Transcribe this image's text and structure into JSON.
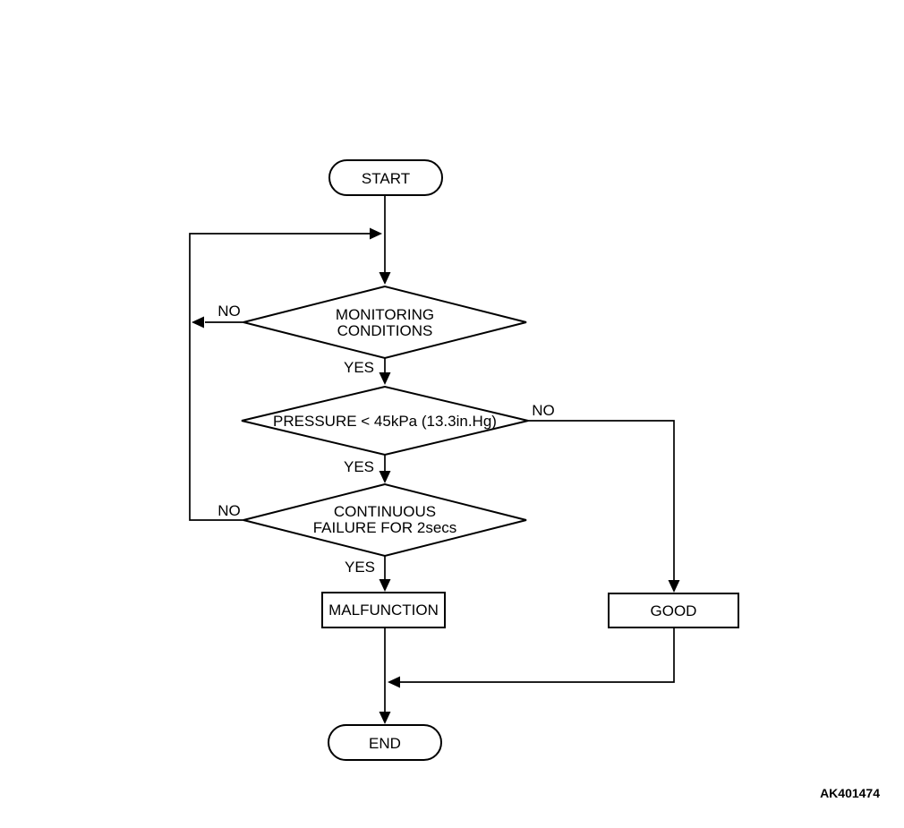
{
  "figure_code": "AK401474",
  "colors": {
    "background": "#ffffff",
    "line": "#000000",
    "text": "#000000"
  },
  "nodes": {
    "start": {
      "type": "terminator",
      "label": "START"
    },
    "monitoring_conditions": {
      "type": "decision",
      "line1": "MONITORING",
      "line2": "CONDITIONS"
    },
    "pressure_check": {
      "type": "decision",
      "label": "PRESSURE < 45kPa (13.3in.Hg)"
    },
    "continuous_failure": {
      "type": "decision",
      "line1": "CONTINUOUS",
      "line2": "FAILURE FOR 2secs"
    },
    "malfunction": {
      "type": "process",
      "label": "MALFUNCTION"
    },
    "good": {
      "type": "process",
      "label": "GOOD"
    },
    "end": {
      "type": "terminator",
      "label": "END"
    }
  },
  "edge_labels": {
    "monitoring_no": "NO",
    "monitoring_yes": "YES",
    "pressure_no": "NO",
    "pressure_yes": "YES",
    "continuous_no": "NO",
    "continuous_yes": "YES"
  }
}
